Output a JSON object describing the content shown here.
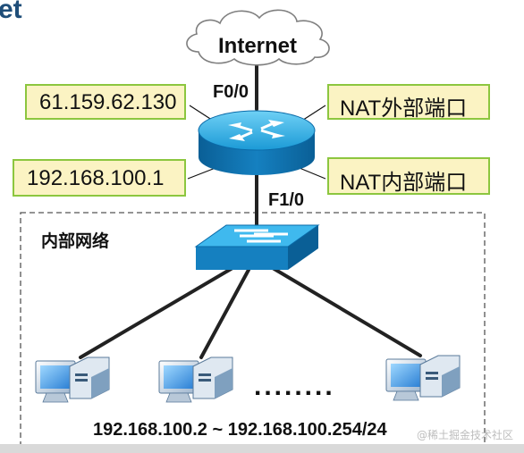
{
  "title_fragment": "et",
  "cloud": {
    "label": "Internet"
  },
  "ports": {
    "outside": "F0/0",
    "inside": "F1/0"
  },
  "callouts": {
    "outside_ip": "61.159.62.130",
    "outside_port": "NAT外部端口",
    "inside_ip": "192.168.100.1",
    "inside_port": "NAT内部端口"
  },
  "lan": {
    "label": "内部网络",
    "range": "192.168.100.2 ~ 192.168.100.254/24",
    "ellipsis": "........"
  },
  "watermark": "@稀土掘金技术社区",
  "colors": {
    "callout_fill": "#fbf3c3",
    "callout_border": "#8cc63f",
    "device_blue": "#1b9ad6",
    "device_dark": "#0a5f96",
    "title": "#1f4e79"
  }
}
